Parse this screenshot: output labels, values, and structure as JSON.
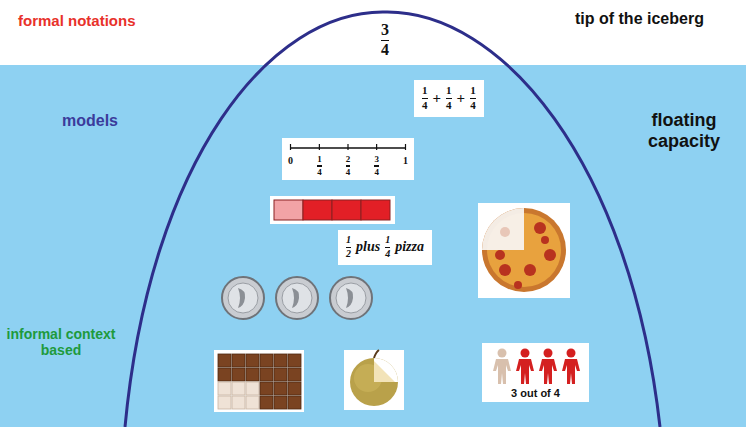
{
  "diagram": {
    "nodes": [
      {
        "text": [
          "1",
          "4",
          "+",
          "1",
          "4",
          "+",
          "1",
          "4"
        ]
      },
      {
        "text": [
          "0",
          "1",
          "4",
          "2",
          "4",
          "3",
          "4",
          "1"
        ]
      },
      {
        "text": [
          "1",
          "2",
          "plus",
          "1",
          "4",
          "pizza"
        ]
      },
      {
        "text": [
          "3 out of 4"
        ]
      }
    ],
    "labels": [
      "formal notations",
      "3",
      "4",
      "tip of the iceberg",
      "models",
      "floating capacity",
      "informal context based"
    ]
  }
}
